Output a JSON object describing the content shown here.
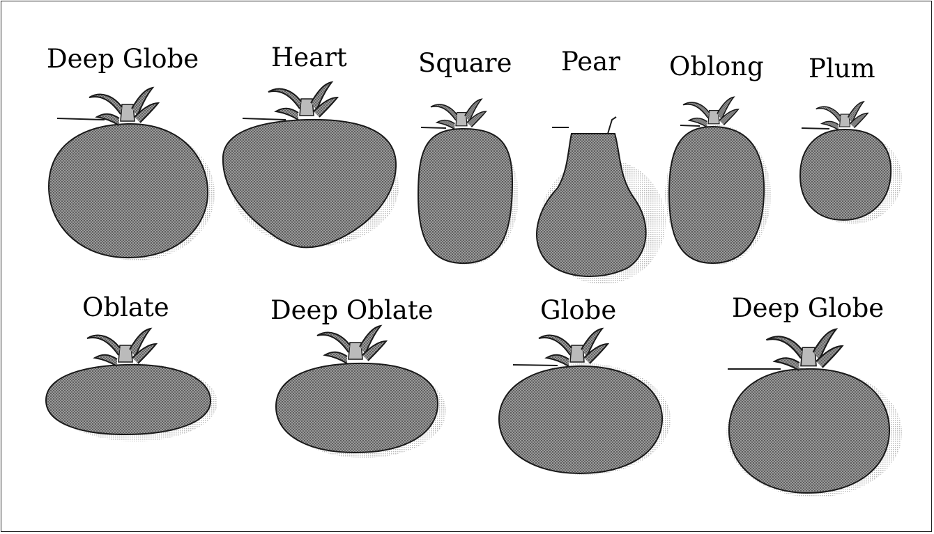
{
  "row1": [
    {
      "label": "Deep Globe"
    },
    {
      "label": "Heart"
    },
    {
      "label": "Square"
    },
    {
      "label": "Pear"
    },
    {
      "label": "Oblong"
    },
    {
      "label": "Plum"
    }
  ],
  "row2": [
    {
      "label": "Oblate"
    },
    {
      "label": "Deep Oblate"
    },
    {
      "label": "Globe"
    },
    {
      "label": "Deep Globe"
    }
  ],
  "colors": {
    "fruit_fill": "#8a8a8a",
    "outline": "#1a1a1a",
    "shadow": "#cfcfcf"
  }
}
